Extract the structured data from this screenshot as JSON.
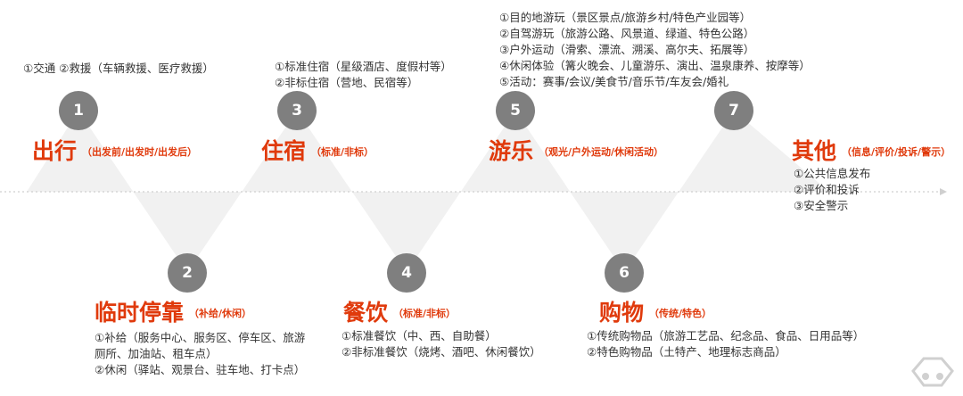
{
  "steps": [
    {
      "number": "1",
      "title": "出行",
      "sub": "（出发前/出发时/出发后）",
      "lines": [
        "①交通 ②救援（车辆救援、医疗救援）"
      ]
    },
    {
      "number": "2",
      "title": "临时停靠",
      "sub": "（补给/休闲）",
      "lines": [
        "①补给（服务中心、服务区、停车区、旅游厕所、加油站、租车点）",
        "②休闲（驿站、观景台、驻车地、打卡点）"
      ]
    },
    {
      "number": "3",
      "title": "住宿",
      "sub": "（标准/非标）",
      "lines": [
        "①标准住宿（星级酒店、度假村等）",
        "②非标住宿（营地、民宿等）"
      ]
    },
    {
      "number": "4",
      "title": "餐饮",
      "sub": "（标准/非标）",
      "lines": [
        "①标准餐饮（中、西、自助餐）",
        "②非标准餐饮（烧烤、酒吧、休闲餐饮）"
      ]
    },
    {
      "number": "5",
      "title": "游乐",
      "sub": "（观光/户外运动/休闲活动）",
      "lines": [
        "①目的地游玩（景区景点/旅游乡村/特色产业园等）",
        "②自驾游玩（旅游公路、风景道、绿道、特色公路）",
        "③户外运动（滑索、漂流、溯溪、高尔夫、拓展等）",
        "④休闲体验（篝火晚会、儿童游乐、演出、温泉康养、按摩等）",
        "⑤活动：赛事/会议/美食节/音乐节/车友会/婚礼"
      ]
    },
    {
      "number": "6",
      "title": "购物",
      "sub": "（传统/特色）",
      "lines": [
        "①传统购物品（旅游工艺品、纪念品、食品、日用品等）",
        "②特色购物品（土特产、地理标志商品）"
      ]
    },
    {
      "number": "7",
      "title": "其他",
      "sub": "（信息/评价/投诉/警示）",
      "lines": [
        "①公共信息发布",
        "②评价和投诉",
        "③安全警示"
      ]
    }
  ],
  "colors": {
    "accent": "#e03a0c",
    "circle": "#7f7f7f",
    "band": "#f1f1f1",
    "text": "#333333"
  }
}
